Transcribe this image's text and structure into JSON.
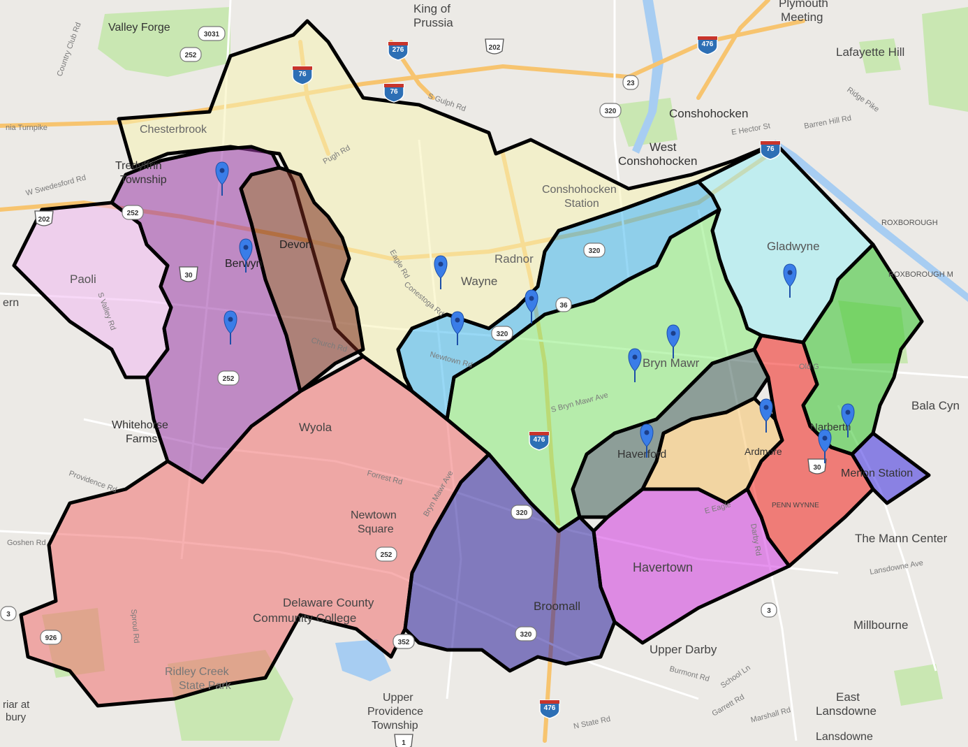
{
  "map": {
    "place_labels": [
      {
        "id": "valley-forge",
        "text": "Valley Forge"
      },
      {
        "id": "king-of-prussia",
        "text": "King of"
      },
      {
        "id": "king-of-prussia-2",
        "text": "Prussia"
      },
      {
        "id": "plymouth-meeting",
        "text": "Plymouth"
      },
      {
        "id": "plymouth-meeting-2",
        "text": "Meeting"
      },
      {
        "id": "lafayette-hill",
        "text": "Lafayette Hill"
      },
      {
        "id": "conshohocken",
        "text": "Conshohocken"
      },
      {
        "id": "west-conshohocken",
        "text": "West"
      },
      {
        "id": "west-conshohocken-2",
        "text": "Conshohocken"
      },
      {
        "id": "chesterbrook",
        "text": "Chesterbrook"
      },
      {
        "id": "tredyffrin",
        "text": "Tredyffrin"
      },
      {
        "id": "tredyffrin-2",
        "text": "Township"
      },
      {
        "id": "paoli",
        "text": "Paoli"
      },
      {
        "id": "berwyn",
        "text": "Berwyn"
      },
      {
        "id": "devon",
        "text": "Devon"
      },
      {
        "id": "radnor",
        "text": "Radnor"
      },
      {
        "id": "wayne",
        "text": "Wayne"
      },
      {
        "id": "conshohocken-station",
        "text": "Conshohocken"
      },
      {
        "id": "conshohocken-station-2",
        "text": "Station"
      },
      {
        "id": "gladwyne",
        "text": "Gladwyne"
      },
      {
        "id": "roxborough",
        "text": "ROXBOROUGH"
      },
      {
        "id": "roxborough-m",
        "text": "ROXBOROUGH M"
      },
      {
        "id": "bryn-mawr",
        "text": "Bryn Mawr"
      },
      {
        "id": "whitehorse",
        "text": "Whitehorse"
      },
      {
        "id": "whitehorse-2",
        "text": "Farms"
      },
      {
        "id": "wyola",
        "text": "Wyola"
      },
      {
        "id": "newtown-square",
        "text": "Newtown"
      },
      {
        "id": "newtown-square-2",
        "text": "Square"
      },
      {
        "id": "haverford",
        "text": "Haverford"
      },
      {
        "id": "ardmore",
        "text": "Ardmore"
      },
      {
        "id": "narberth",
        "text": "Narberth"
      },
      {
        "id": "bala-cynwyd",
        "text": "Bala Cyn"
      },
      {
        "id": "merion-station",
        "text": "Merion Station"
      },
      {
        "id": "mann-center",
        "text": "The Mann Center"
      },
      {
        "id": "havertown",
        "text": "Havertown"
      },
      {
        "id": "broomall",
        "text": "Broomall"
      },
      {
        "id": "penn-wynne",
        "text": "PENN WYNNE"
      },
      {
        "id": "delaware-county-cc",
        "text": "Delaware County"
      },
      {
        "id": "delaware-county-cc-2",
        "text": "Community College"
      },
      {
        "id": "upper-darby",
        "text": "Upper Darby"
      },
      {
        "id": "millbourne",
        "text": "Millbourne"
      },
      {
        "id": "east-lansdowne",
        "text": "East"
      },
      {
        "id": "east-lansdowne-2",
        "text": "Lansdowne"
      },
      {
        "id": "lansdowne",
        "text": "Lansdowne"
      },
      {
        "id": "upper-providence",
        "text": "Upper"
      },
      {
        "id": "upper-providence-2",
        "text": "Providence"
      },
      {
        "id": "upper-providence-3",
        "text": "Township"
      },
      {
        "id": "ridley-creek",
        "text": "Ridley Creek"
      },
      {
        "id": "ridley-creek-2",
        "text": "State Park"
      },
      {
        "id": "ern",
        "text": "ern"
      },
      {
        "id": "briar",
        "text": "riar at"
      },
      {
        "id": "bury",
        "text": "bury"
      },
      {
        "id": "goshen",
        "text": "Goshen Rd"
      },
      {
        "id": "turnpike",
        "text": "nia Turnpike"
      }
    ],
    "road_labels": [
      {
        "id": "s-gulph-rd",
        "text": "S Gulph Rd"
      },
      {
        "id": "pugh-rd",
        "text": "Pugh Rd"
      },
      {
        "id": "eagle-rd",
        "text": "Eagle Rd"
      },
      {
        "id": "conestoga-rd",
        "text": "Conestoga Rd"
      },
      {
        "id": "church-rd",
        "text": "Church Rd"
      },
      {
        "id": "newtown-rd",
        "text": "Newtown Rd"
      },
      {
        "id": "s-bryn-mawr-ave",
        "text": "S Bryn Mawr Ave"
      },
      {
        "id": "forrest-rd",
        "text": "Forrest Rd"
      },
      {
        "id": "bryn-mawr-ave",
        "text": "Bryn Mawr Ave"
      },
      {
        "id": "n-state-rd",
        "text": "N State Rd"
      },
      {
        "id": "s-valley-rd",
        "text": "S Valley Rd"
      },
      {
        "id": "providence-rd",
        "text": "Providence Rd"
      },
      {
        "id": "sproul-rd",
        "text": "Sproul Rd"
      },
      {
        "id": "e-eagle",
        "text": "E Eagle"
      },
      {
        "id": "eagle-rd-2",
        "text": "Darby Rd"
      },
      {
        "id": "old-gulph",
        "text": "Old G"
      },
      {
        "id": "lansdowne-ave",
        "text": "Lansdowne Ave"
      },
      {
        "id": "w-swedesford-rd",
        "text": "W Swedesford Rd"
      },
      {
        "id": "country-club-rd",
        "text": "Country Club Rd"
      },
      {
        "id": "e-hector-st",
        "text": "E Hector St"
      },
      {
        "id": "barren-hill-rd",
        "text": "Barren Hill Rd"
      },
      {
        "id": "ridge-pike",
        "text": "Ridge Pike"
      },
      {
        "id": "marshall-rd",
        "text": "Marshall Rd"
      },
      {
        "id": "garrett-rd",
        "text": "Garrett Rd"
      },
      {
        "id": "burmont-rd",
        "text": "Burmont Rd"
      },
      {
        "id": "school-ln",
        "text": "School Ln"
      }
    ],
    "route_shields": [
      {
        "id": "i-276",
        "kind": "interstate",
        "text": "276"
      },
      {
        "id": "i-76-a",
        "kind": "interstate",
        "text": "76"
      },
      {
        "id": "i-76-b",
        "kind": "interstate",
        "text": "76"
      },
      {
        "id": "i-476-a",
        "kind": "interstate",
        "text": "476"
      },
      {
        "id": "i-476-b",
        "kind": "interstate",
        "text": "476"
      },
      {
        "id": "i-476-c",
        "kind": "interstate",
        "text": "476"
      },
      {
        "id": "i-76-c",
        "kind": "interstate",
        "text": "76"
      },
      {
        "id": "r-3031",
        "kind": "state",
        "text": "3031"
      },
      {
        "id": "r-252-a",
        "kind": "state",
        "text": "252"
      },
      {
        "id": "r-252-b",
        "kind": "state",
        "text": "252"
      },
      {
        "id": "r-252-c",
        "kind": "state",
        "text": "252"
      },
      {
        "id": "r-252-d",
        "kind": "state",
        "text": "252"
      },
      {
        "id": "r-252-e",
        "kind": "state",
        "text": "252"
      },
      {
        "id": "us-202-a",
        "kind": "us",
        "text": "202"
      },
      {
        "id": "us-202-b",
        "kind": "us",
        "text": "202"
      },
      {
        "id": "us-30-a",
        "kind": "us",
        "text": "30"
      },
      {
        "id": "us-30-b",
        "kind": "us",
        "text": "30"
      },
      {
        "id": "r-320-a",
        "kind": "state",
        "text": "320"
      },
      {
        "id": "r-320-b",
        "kind": "state",
        "text": "320"
      },
      {
        "id": "r-320-c",
        "kind": "state",
        "text": "320"
      },
      {
        "id": "r-320-d",
        "kind": "state",
        "text": "320"
      },
      {
        "id": "r-320-e",
        "kind": "state",
        "text": "320"
      },
      {
        "id": "r-23",
        "kind": "state",
        "text": "23"
      },
      {
        "id": "r-3-a",
        "kind": "state",
        "text": "3"
      },
      {
        "id": "r-3-b",
        "kind": "state",
        "text": "3"
      },
      {
        "id": "r-36",
        "kind": "state",
        "text": "36"
      },
      {
        "id": "r-926",
        "kind": "state",
        "text": "926"
      },
      {
        "id": "r-352",
        "kind": "state",
        "text": "352"
      },
      {
        "id": "r-1",
        "kind": "us",
        "text": "1"
      }
    ],
    "districts": [
      {
        "id": "district-paoli",
        "color": "#f0b8f0"
      },
      {
        "id": "district-berwyn",
        "color": "#9a3aa8"
      },
      {
        "id": "district-devon",
        "color": "#7a2a1e"
      },
      {
        "id": "district-radnor",
        "color": "#f7f3b4"
      },
      {
        "id": "district-newtown",
        "color": "#f07070"
      },
      {
        "id": "district-wayne-blue",
        "color": "#43b8ec"
      },
      {
        "id": "district-brynmawr",
        "color": "#8aec7a"
      },
      {
        "id": "district-gladwyne",
        "color": "#9ceef5"
      },
      {
        "id": "district-narberth",
        "color": "#33c22a"
      },
      {
        "id": "district-haverford",
        "color": "#3f5e58"
      },
      {
        "id": "district-ardmore",
        "color": "#f7c26a"
      },
      {
        "id": "district-pennwynne",
        "color": "#f2201c"
      },
      {
        "id": "district-merion",
        "color": "#3a2ae0"
      },
      {
        "id": "district-havertown",
        "color": "#d23ae0"
      },
      {
        "id": "district-broomall",
        "color": "#2a1e9a"
      }
    ],
    "marker_count": 13,
    "colors": {
      "base": "#eceae6",
      "park": "#c9e7b2",
      "water": "#a7cdf2",
      "highway": "#f7c46f",
      "road": "#ffffff",
      "marker": "#3a7de8"
    }
  }
}
